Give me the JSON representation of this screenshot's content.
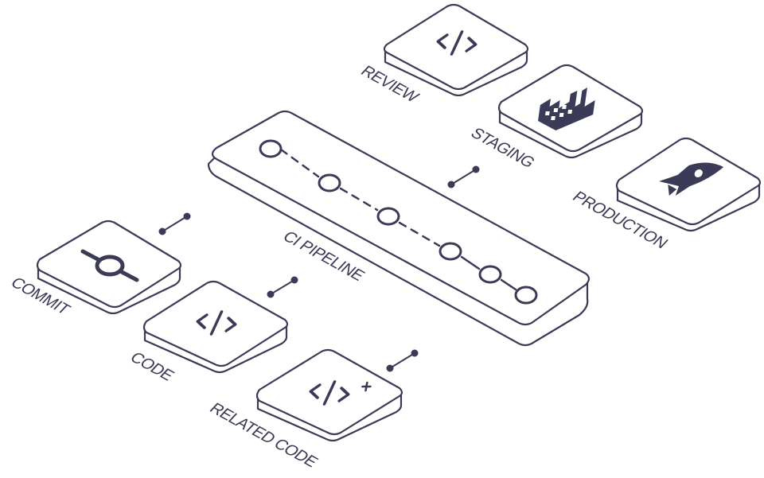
{
  "colors": {
    "ink": "#3b3b57",
    "background": "#ffffff"
  },
  "pipeline": {
    "label": "CI PIPELINE",
    "stage_count": 6
  },
  "nodes": {
    "review": {
      "label": "REVIEW",
      "icon": "code-icon"
    },
    "staging": {
      "label": "STAGING",
      "icon": "factory-icon"
    },
    "production": {
      "label": "PRODUCTION",
      "icon": "rocket-icon"
    },
    "commit": {
      "label": "COMMIT",
      "icon": "commit-icon"
    },
    "code": {
      "label": "CODE",
      "icon": "code-icon"
    },
    "related_code": {
      "label": "RELATED CODE",
      "icon": "code-plus-icon"
    }
  }
}
